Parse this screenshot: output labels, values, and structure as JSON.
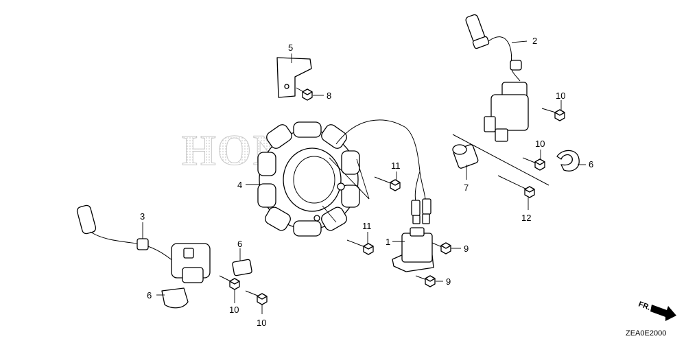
{
  "watermark": "HONDA",
  "diagram_code": "ZEA0E2000",
  "direction_label": "FR.",
  "colors": {
    "ink": "#000000",
    "watermark": "#c8c8c8",
    "background": "#ffffff"
  },
  "callouts": {
    "c1": "1",
    "c2": "2",
    "c3": "3",
    "c4": "4",
    "c5": "5",
    "c6a": "6",
    "c6b": "6",
    "c6c": "6",
    "c7": "7",
    "c8": "8",
    "c9a": "9",
    "c9b": "9",
    "c10a": "10",
    "c10b": "10",
    "c10c": "10",
    "c10d": "10",
    "c11a": "11",
    "c11b": "11",
    "c12": "12"
  }
}
